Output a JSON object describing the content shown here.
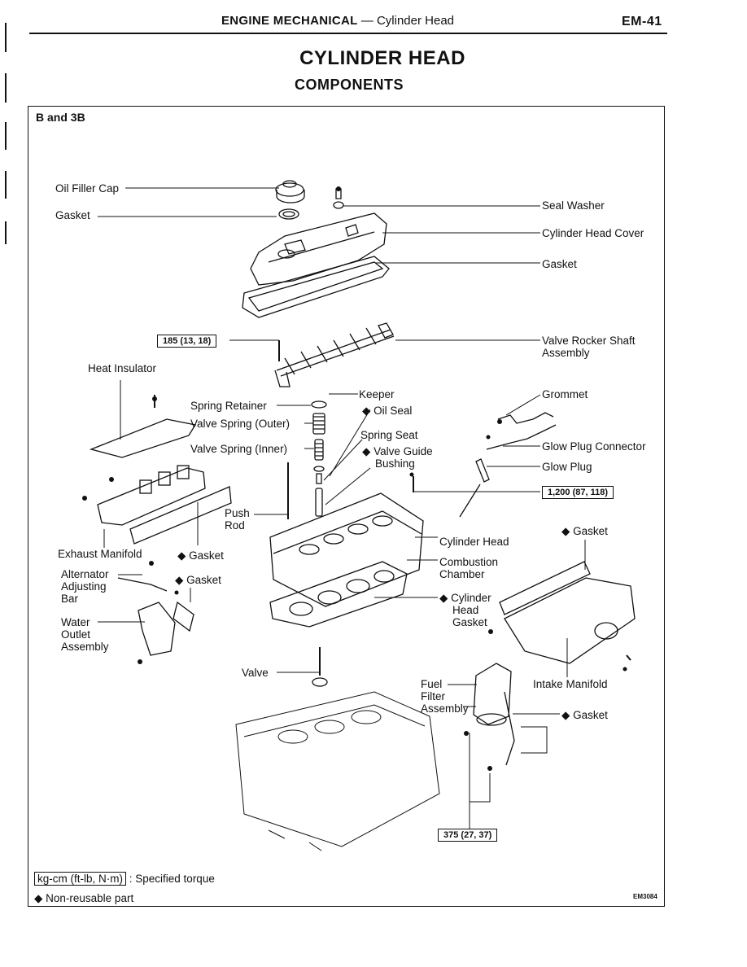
{
  "header": {
    "section": "ENGINE MECHANICAL",
    "separator": "—",
    "topic": "Cylinder Head",
    "page": "EM-41"
  },
  "title": "CYLINDER HEAD",
  "subtitle": "COMPONENTS",
  "model": "B and 3B",
  "labels": {
    "oil_filler_cap": "Oil Filler Cap",
    "gasket_cap": "Gasket",
    "seal_washer": "Seal Washer",
    "cylinder_head_cover": "Cylinder Head Cover",
    "gasket_cover": "Gasket",
    "valve_rocker_shaft_1": "Valve Rocker Shaft",
    "valve_rocker_shaft_2": "Assembly",
    "heat_insulator": "Heat Insulator",
    "keeper": "Keeper",
    "oil_seal": "◆ Oil Seal",
    "grommet": "Grommet",
    "spring_retainer": "Spring Retainer",
    "valve_spring_outer": "Valve Spring (Outer)",
    "valve_spring_inner": "Valve Spring (Inner)",
    "spring_seat": "Spring Seat",
    "valve_guide_1": "◆ Valve Guide",
    "valve_guide_2": "Bushing",
    "glow_plug_connector": "Glow Plug Connector",
    "glow_plug": "Glow Plug",
    "push_rod_1": "Push",
    "push_rod_2": "Rod",
    "gasket_intake": "◆ Gasket",
    "cylinder_head": "Cylinder Head",
    "exhaust_manifold": "Exhaust Manifold",
    "gasket_exhaust": "◆ Gasket",
    "combustion_1": "Combustion",
    "combustion_2": "Chamber",
    "alternator_1": "Alternator",
    "alternator_2": "Adjusting",
    "alternator_3": "Bar",
    "gasket_water": "◆ Gasket",
    "cyl_head_gasket_1": "◆ Cylinder",
    "cyl_head_gasket_2": "Head",
    "cyl_head_gasket_3": "Gasket",
    "water_outlet_1": "Water",
    "water_outlet_2": "Outlet",
    "water_outlet_3": "Assembly",
    "valve": "Valve",
    "fuel_filter_1": "Fuel",
    "fuel_filter_2": "Filter",
    "fuel_filter_3": "Assembly",
    "intake_manifold": "Intake Manifold",
    "gasket_fuel": "◆ Gasket"
  },
  "torques": {
    "rocker": "185 (13, 18)",
    "glow_plug": "1,200 (87, 118)",
    "fuel": "375 (27, 37)"
  },
  "legend": {
    "unit_box": "kg-cm (ft-lb, N·m)",
    "unit_text": ": Specified torque",
    "nonreusable": "◆ Non-reusable part"
  },
  "figure_code": "EM3084"
}
